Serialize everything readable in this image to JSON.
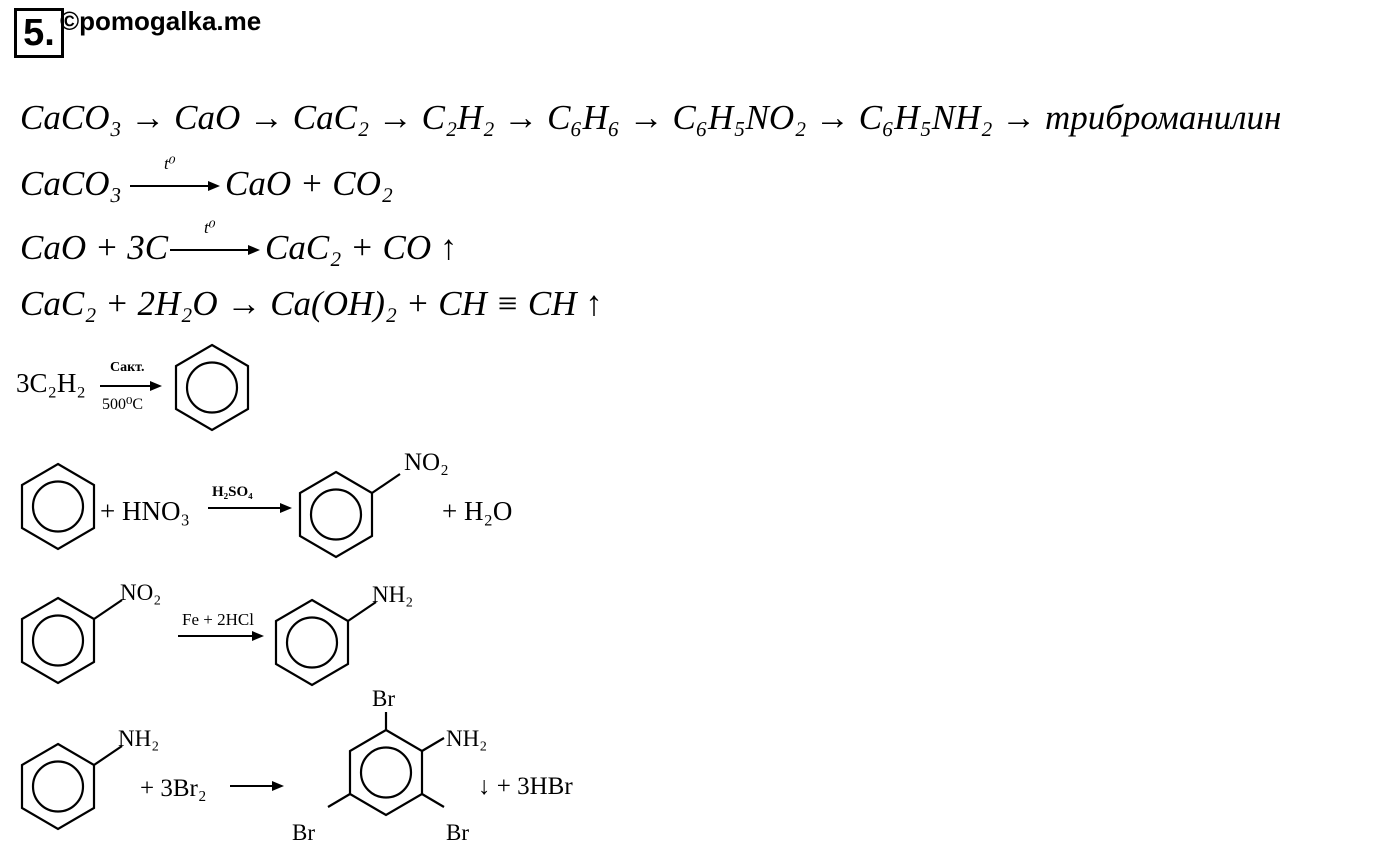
{
  "task": {
    "number": "5."
  },
  "watermark": "©pomogalka.me",
  "scheme_line": "CaCO₃ → CaO → CaC₂ → C₂H₂ → C₆H₆ → C₆H₅NO₂ → C₆H₅NH₂ → триброманилин",
  "eq1": {
    "left": "CaCO₃",
    "cond": "t⁰",
    "right": "CaO + CO₂"
  },
  "eq2": {
    "left": "CaO + 3C",
    "cond": "t⁰",
    "right": "CaC₂ + CO ↑"
  },
  "eq3": {
    "text": "CaC₂ + 2H₂O → Ca(OH)₂ + CH ≡ CH ↑"
  },
  "eq4": {
    "left": "3C₂H₂",
    "cond_top": "Cакт.",
    "cond_bottom": "500⁰C"
  },
  "eq5": {
    "reagent": "+ HNO₃",
    "cond": "H₂SO₄",
    "substituent": "NO₂",
    "product": "+ H₂O"
  },
  "eq6": {
    "substituent_left": "NO₂",
    "cond": "Fe + 2HCl",
    "substituent_right": "NH₂"
  },
  "eq7": {
    "substituent_left": "NH₂",
    "reagent": "+ 3Br₂",
    "br_top": "Br",
    "nh2": "NH₂",
    "br_left": "Br",
    "br_right": "Br",
    "product": "↓ + 3HBr"
  }
}
